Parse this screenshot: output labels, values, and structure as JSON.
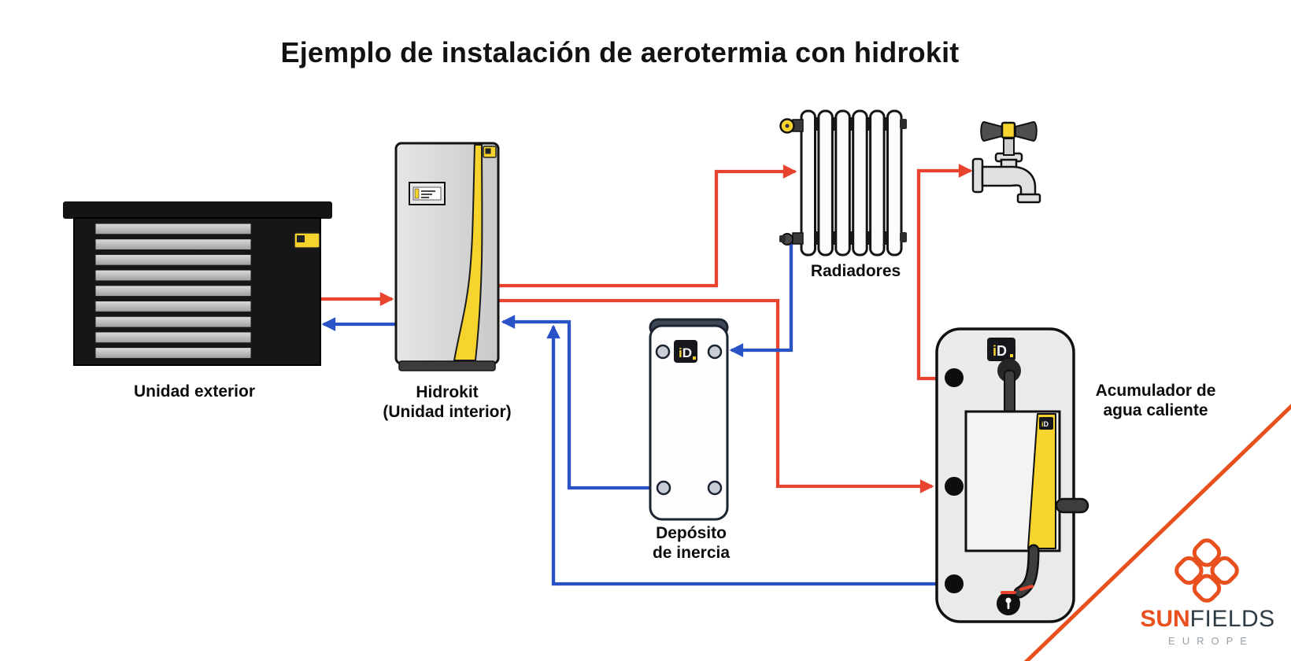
{
  "title": "Ejemplo de instalación de aerotermia con hidrokit",
  "colors": {
    "pipe_hot": "#e8432f",
    "pipe_cold": "#2b53c8",
    "accent_yellow": "#f6d32d",
    "brand_orange": "#e8501e",
    "brand_dark": "#2e3c45",
    "brand_gray": "#97a0a6",
    "label_color": "#0c0c0c"
  },
  "components": {
    "outdoor_unit": {
      "label": "Unidad exterior"
    },
    "hidrokit": {
      "label": "Hidrokit",
      "sublabel": "(Unidad interior)"
    },
    "radiators": {
      "label": "Radiadores"
    },
    "buffer_tank": {
      "label": "Depósito",
      "sublabel": "de inercia",
      "badge_i": "i",
      "badge_d": "D"
    },
    "dhw_tank": {
      "label": "Acumulador de",
      "sublabel": "agua caliente",
      "badge_i": "i",
      "badge_d": "D"
    }
  },
  "brand": {
    "sun": "SUN",
    "fields": "FIELDS",
    "europe": "EUROPE"
  }
}
